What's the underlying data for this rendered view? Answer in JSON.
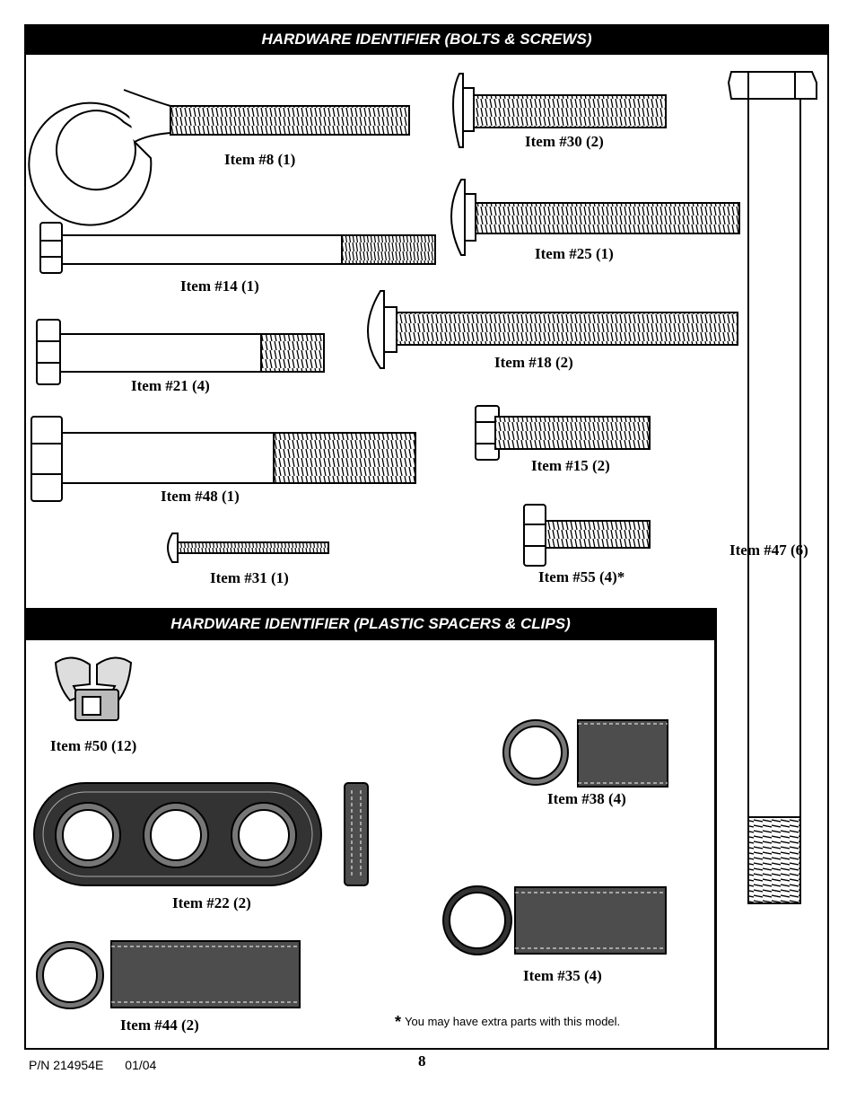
{
  "sections": {
    "bolts_title": "HARDWARE IDENTIFIER (BOLTS & SCREWS)",
    "spacers_title": "HARDWARE IDENTIFIER (PLASTIC SPACERS & CLIPS)"
  },
  "items": {
    "item8": "Item #8 (1)",
    "item30": "Item #30 (2)",
    "item25": "Item #25 (1)",
    "item14": "Item #14 (1)",
    "item18": "Item #18 (2)",
    "item21": "Item #21 (4)",
    "item15": "Item #15 (2)",
    "item48": "Item #48 (1)",
    "item47": "Item #47 (6)",
    "item31": "Item #31 (1)",
    "item55": "Item #55 (4)*",
    "item50": "Item #50 (12)",
    "item38": "Item #38 (4)",
    "item22": "Item #22 (2)",
    "item35": "Item #35 (4)",
    "item44": "Item #44 (2)"
  },
  "note": {
    "star": "*",
    "text": "You may have extra parts with this model."
  },
  "footer": {
    "part_number": "P/N 214954E",
    "date": "01/04",
    "page_number": "8"
  },
  "colors": {
    "ink": "#000000",
    "spacer_fill": "#4d4d4d",
    "spacer_ring": "#888888"
  }
}
